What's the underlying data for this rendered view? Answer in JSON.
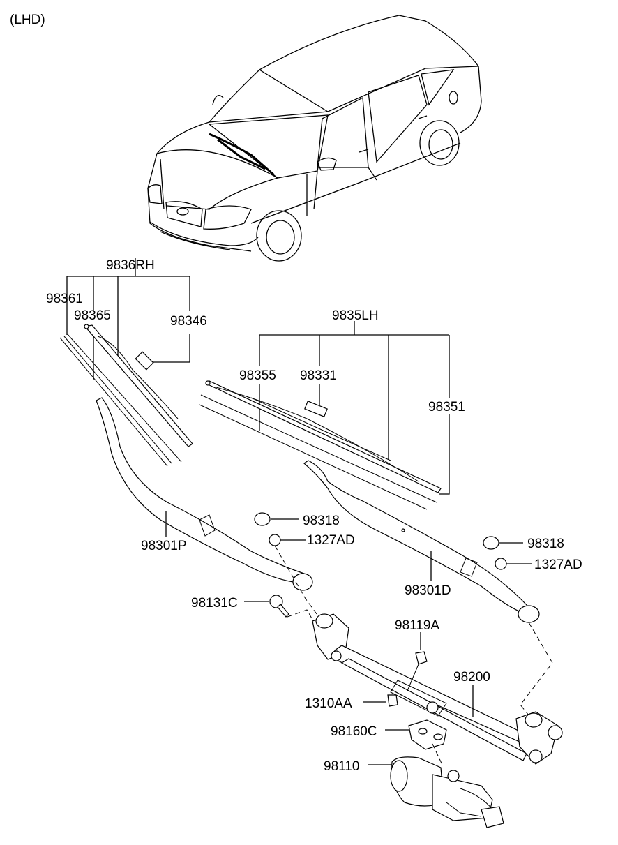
{
  "header": {
    "variant": "(LHD)"
  },
  "labels": {
    "rh_assembly": "9836RH",
    "rh_refill_a": "98361",
    "rh_refill_b": "98365",
    "rh_clip": "98346",
    "lh_assembly": "9835LH",
    "lh_refill": "98355",
    "lh_clip": "98331",
    "lh_blade": "98351",
    "cap_upper": "98318",
    "nut_upper": "1327AD",
    "arm_passenger": "98301P",
    "cap_right": "98318",
    "nut_right": "1327AD",
    "arm_driver": "98301D",
    "bolt_upper": "98131C",
    "bolt_linkage": "98119A",
    "linkage": "98200",
    "grommet": "1310AA",
    "bracket": "98160C",
    "motor": "98110"
  },
  "icons": {
    "car": "sedan-outline-icon",
    "motor": "wiper-motor-icon"
  }
}
